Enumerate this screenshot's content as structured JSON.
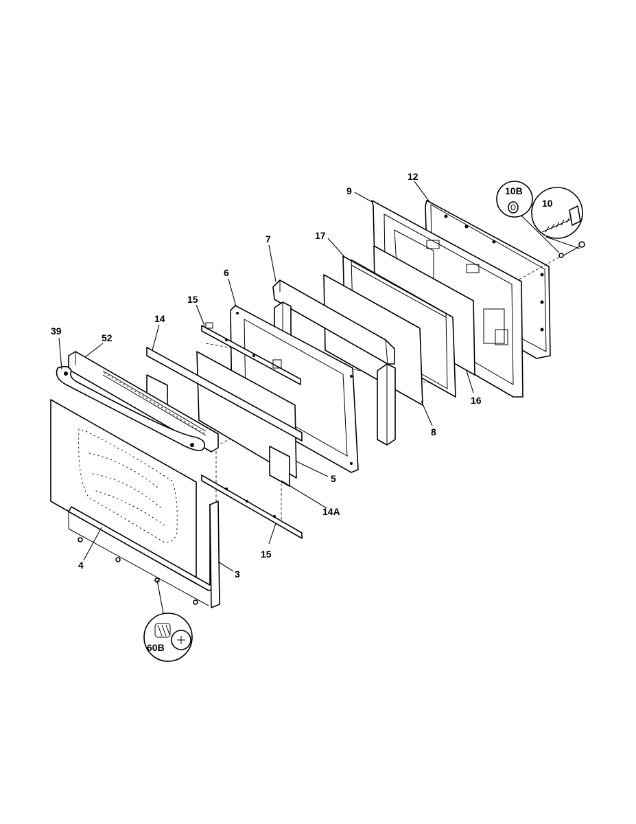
{
  "callouts": {
    "c39": "39",
    "c52": "52",
    "c14": "14",
    "c15_top": "15",
    "c6": "6",
    "c7": "7",
    "c17": "17",
    "c9": "9",
    "c12": "12",
    "c10b": "10B",
    "c10": "10",
    "c16": "16",
    "c8": "8",
    "c5": "5",
    "c14a": "14A",
    "c15_bottom": "15",
    "c4": "4",
    "c3": "3",
    "c60b": "60B"
  }
}
